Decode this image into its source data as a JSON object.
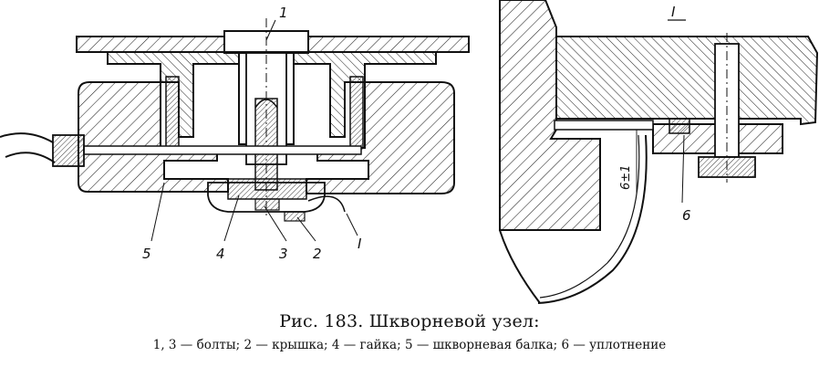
{
  "figure": {
    "caption": "Рис. 183. Шкворневой узел:",
    "legend": "1, 3 — болты; 2 — крышка; 4 — гайка; 5 — шкворневая балка; 6 — уплотнение",
    "detail_label": "I",
    "dimension_label": "6±1",
    "callouts": {
      "bolt_1": "1",
      "cover_2": "2",
      "bolt_3": "3",
      "nut_4": "4",
      "beam_5": "5",
      "seal_6": "6",
      "detail_marker": "I"
    }
  }
}
